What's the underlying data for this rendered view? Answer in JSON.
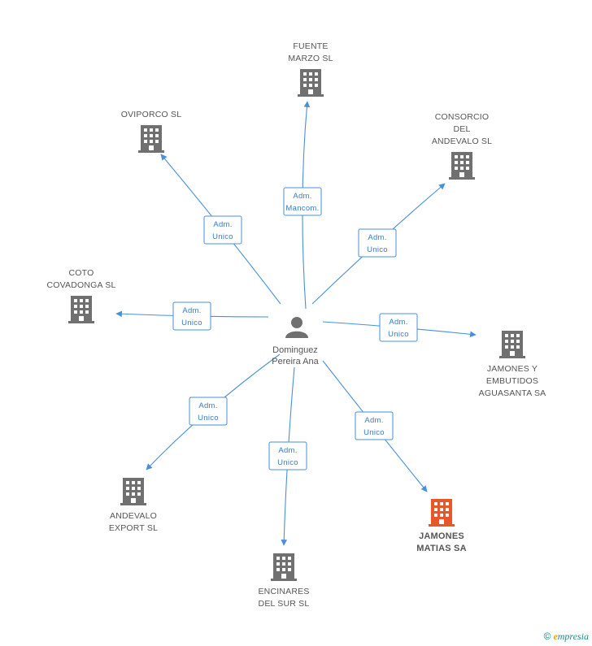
{
  "center": {
    "name_lines": [
      "Dominguez",
      "Pereira Ana"
    ],
    "icon": "person-icon"
  },
  "colors": {
    "edge": "#4a90d9",
    "company": "#707070",
    "highlight": "#e8572a"
  },
  "nodes": [
    {
      "id": "fuente-marzo",
      "lines": [
        "FUENTE",
        "MARZO SL"
      ],
      "icon": "building-icon",
      "highlight": false,
      "relation": [
        "Adm.",
        "Mancom."
      ]
    },
    {
      "id": "oviporco",
      "lines": [
        "OVIPORCO SL"
      ],
      "icon": "building-icon",
      "highlight": false,
      "relation": [
        "Adm.",
        "Unico"
      ]
    },
    {
      "id": "consorcio-andevalo",
      "lines": [
        "CONSORCIO",
        "DEL",
        "ANDEVALO SL"
      ],
      "icon": "building-icon",
      "highlight": false,
      "relation": [
        "Adm.",
        "Unico"
      ]
    },
    {
      "id": "coto-covadonga",
      "lines": [
        "COTO",
        "COVADONGA SL"
      ],
      "icon": "building-icon",
      "highlight": false,
      "relation": [
        "Adm.",
        "Unico"
      ]
    },
    {
      "id": "jamones-embutidos",
      "lines": [
        "JAMONES Y",
        "EMBUTIDOS",
        "AGUASANTA SA"
      ],
      "icon": "building-icon",
      "highlight": false,
      "relation": [
        "Adm.",
        "Unico"
      ]
    },
    {
      "id": "andevalo-export",
      "lines": [
        "ANDEVALO",
        "EXPORT SL"
      ],
      "icon": "building-icon",
      "highlight": false,
      "relation": [
        "Adm.",
        "Unico"
      ]
    },
    {
      "id": "encinares-sur",
      "lines": [
        "ENCINARES",
        "DEL SUR SL"
      ],
      "icon": "building-icon",
      "highlight": false,
      "relation": [
        "Adm.",
        "Unico"
      ]
    },
    {
      "id": "jamones-matias",
      "lines": [
        "JAMONES",
        "MATIAS SA"
      ],
      "icon": "building-icon",
      "highlight": true,
      "relation": [
        "Adm.",
        "Unico"
      ]
    }
  ],
  "watermark": {
    "symbol": "©",
    "brand_first": "e",
    "brand_rest": "mpresia"
  }
}
